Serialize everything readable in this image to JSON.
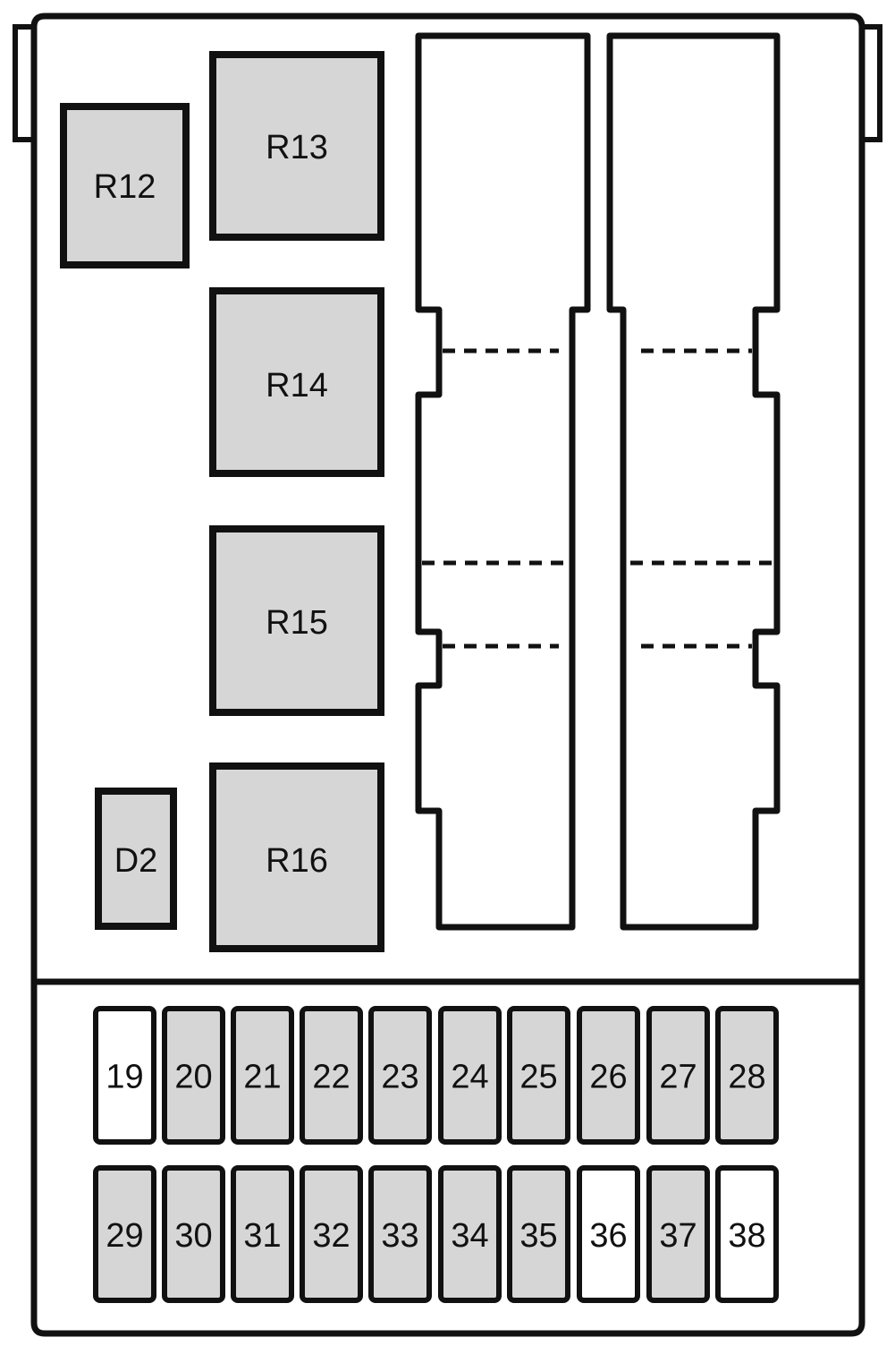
{
  "colors": {
    "stroke": "#111111",
    "shaded_fill": "#d6d6d6",
    "empty_fill": "#ffffff",
    "background": "#ffffff"
  },
  "relays": [
    {
      "label": "R12"
    },
    {
      "label": "R13"
    },
    {
      "label": "R14"
    },
    {
      "label": "R15"
    },
    {
      "label": "R16"
    }
  ],
  "diode": {
    "label": "D2"
  },
  "fuses_top_row": [
    {
      "label": "19",
      "state": "empty"
    },
    {
      "label": "20",
      "state": "shaded"
    },
    {
      "label": "21",
      "state": "shaded"
    },
    {
      "label": "22",
      "state": "shaded"
    },
    {
      "label": "23",
      "state": "shaded"
    },
    {
      "label": "24",
      "state": "shaded"
    },
    {
      "label": "25",
      "state": "shaded"
    },
    {
      "label": "26",
      "state": "shaded"
    },
    {
      "label": "27",
      "state": "shaded"
    },
    {
      "label": "28",
      "state": "shaded"
    }
  ],
  "fuses_bottom_row": [
    {
      "label": "29",
      "state": "shaded"
    },
    {
      "label": "30",
      "state": "shaded"
    },
    {
      "label": "31",
      "state": "shaded"
    },
    {
      "label": "32",
      "state": "shaded"
    },
    {
      "label": "33",
      "state": "shaded"
    },
    {
      "label": "34",
      "state": "shaded"
    },
    {
      "label": "35",
      "state": "shaded"
    },
    {
      "label": "36",
      "state": "empty"
    },
    {
      "label": "37",
      "state": "shaded"
    },
    {
      "label": "38",
      "state": "empty"
    }
  ]
}
